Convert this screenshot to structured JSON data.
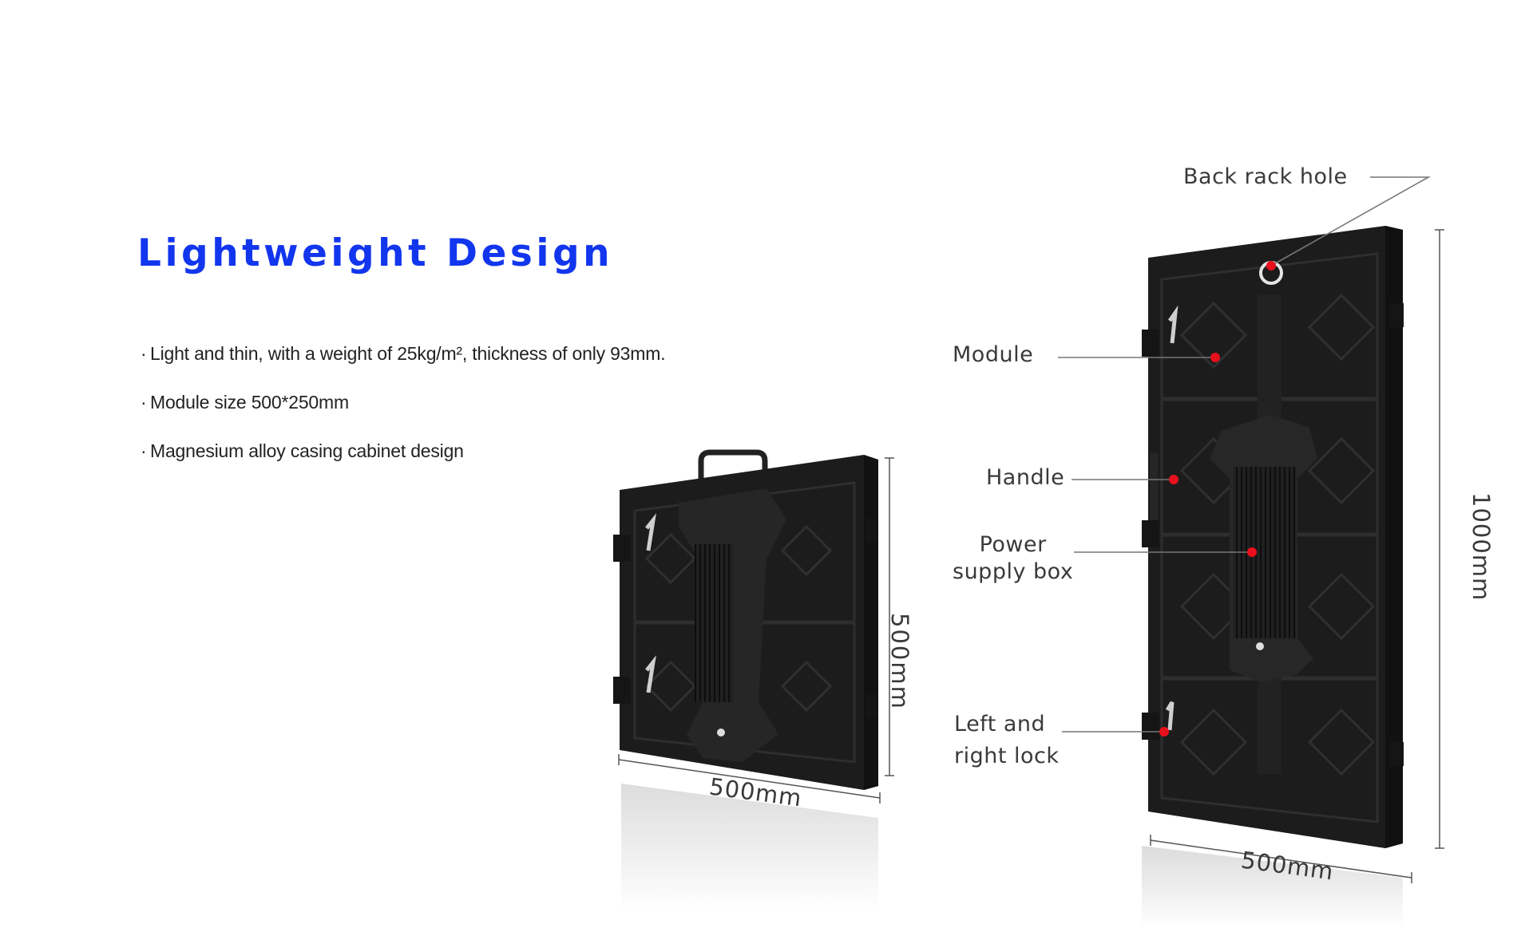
{
  "heading": {
    "title": "Lightweight Design",
    "title_color": "#1236ee"
  },
  "features": [
    {
      "bullet": "·",
      "text": "Light and thin, with a weight of 25kg/m², thickness of only 93mm."
    },
    {
      "bullet": "·",
      "text": "Module size 500*250mm"
    },
    {
      "bullet": "·",
      "text": "Magnesium alloy casing cabinet design"
    }
  ],
  "small_cabinet": {
    "image": "led-cabinet-500x500-back-view",
    "width_label": "500mm",
    "height_label": "500mm"
  },
  "large_cabinet": {
    "image": "led-cabinet-500x1000-back-view",
    "width_label": "500mm",
    "height_label": "1000mm",
    "callouts": [
      {
        "id": "back-rack-hole",
        "label": "Back rack hole"
      },
      {
        "id": "module",
        "label": "Module"
      },
      {
        "id": "handle",
        "label": "Handle"
      },
      {
        "id": "power-supply-box",
        "label_line1": "Power",
        "label_line2": "supply box"
      },
      {
        "id": "left-right-lock",
        "label_line1": "Left and",
        "label_line2": "right lock"
      }
    ],
    "callout_dot_color": "#e8101c"
  },
  "colors": {
    "background": "#ffffff",
    "cabinet": "#1c1c1c",
    "cabinet_detail": "#2c2c2c",
    "leader_line": "#777777",
    "dimension_line": "#555555"
  }
}
